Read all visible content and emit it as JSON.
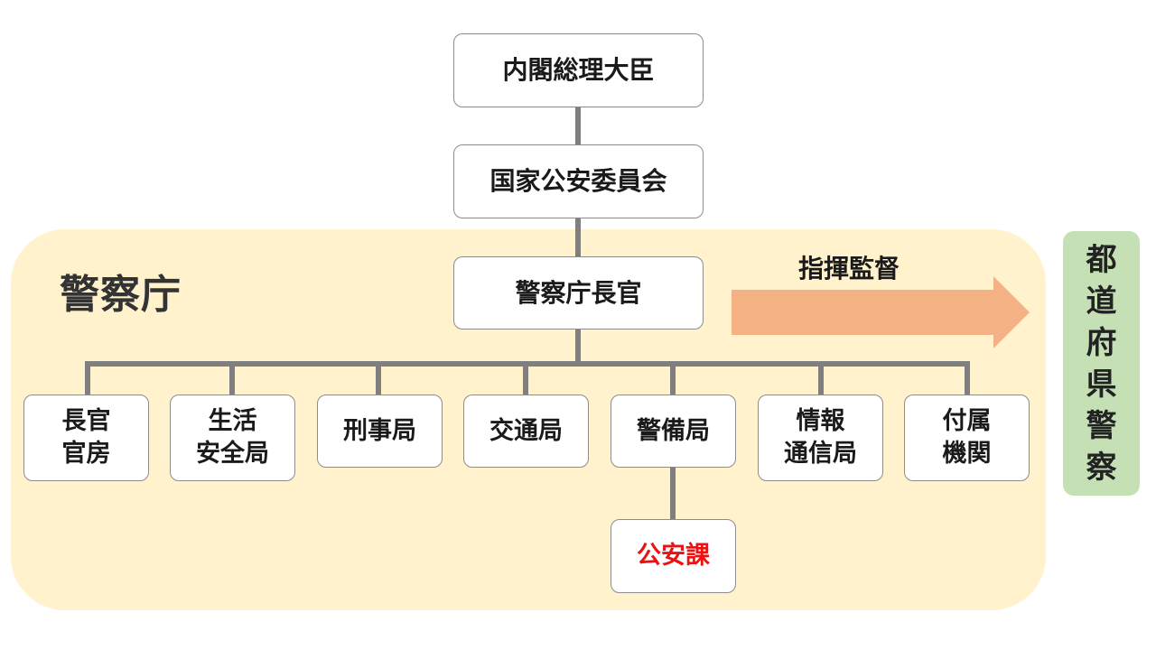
{
  "colors": {
    "agency_region": "#fff2cc",
    "prefecture_box": "#c5e0b4",
    "arrow": "#f4b183",
    "connector": "#7f7f7f",
    "highlight_text": "#ee1111"
  },
  "top": {
    "prime_minister": "内閣総理大臣",
    "npsc": "国家公安委員会"
  },
  "agency": {
    "label": "警察庁",
    "commissioner": "警察庁長官"
  },
  "bureaus": [
    {
      "line1": "長官",
      "line2": "官房"
    },
    {
      "line1": "生活",
      "line2": "安全局"
    },
    {
      "line1": "刑事局"
    },
    {
      "line1": "交通局"
    },
    {
      "line1": "警備局"
    },
    {
      "line1": "情報",
      "line2": "通信局"
    },
    {
      "line1": "付属",
      "line2": "機関"
    }
  ],
  "security_division": "公安課",
  "command": {
    "label": "指揮監督",
    "arrow_icon": "right-arrow-icon"
  },
  "prefecture": {
    "chars": [
      "都",
      "道",
      "府",
      "県",
      "警",
      "察"
    ]
  }
}
